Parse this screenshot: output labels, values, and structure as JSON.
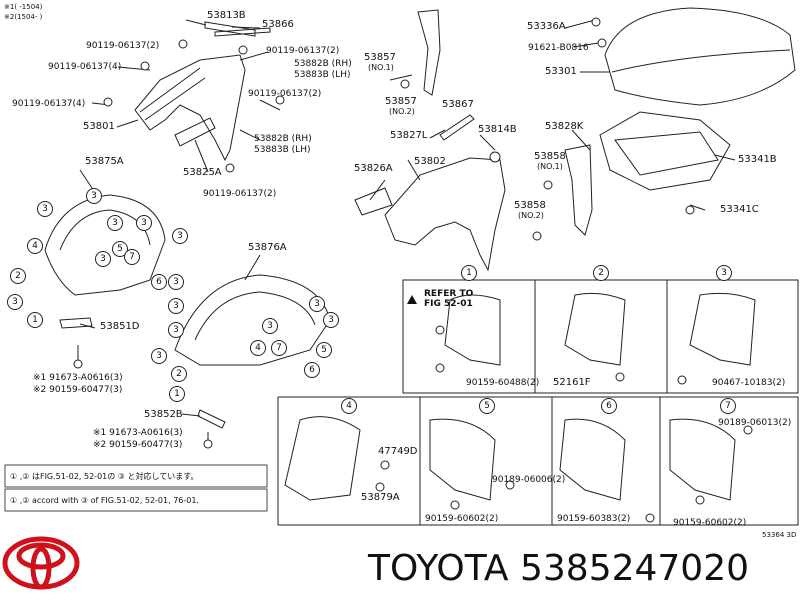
{
  "header_notes": {
    "note1": "※1(      -1504)",
    "note2": "※2(1504-      )"
  },
  "parts_top": {
    "p53813B": "53813B",
    "p53866": "53866",
    "p90119_a": "90119-06137(2)",
    "p90119_b": "90119-06137(2)",
    "p90119_c": "90119-06137(4)",
    "p90119_d": "90119-06137(4)",
    "p90119_e": "90119-06137(2)",
    "p90119_f": "90119-06137(2)",
    "p53882B": "53882B (RH)",
    "p53883B_lh": "53883B (LH)",
    "p53801": "53801",
    "p53882B2": "53882B (RH)",
    "p53883B2": "53883B (LH)",
    "p53825A": "53825A",
    "p53857a": "53857",
    "no1": "(NO.1)",
    "p53857b": "53857",
    "no2": "(NO.2)",
    "p53867": "53867",
    "p53827L": "53827L",
    "p53814B": "53814B",
    "p53826A": "53826A",
    "p53802": "53802",
    "p53336A": "53336A",
    "p91621": "91621-B0816",
    "p53301": "53301",
    "p53828K": "53828K",
    "p53858a": "53858",
    "no1b": "(NO.1)",
    "p53341B": "53341B",
    "p53858b": "53858",
    "no2b": "(NO.2)",
    "p53341C": "53341C"
  },
  "parts_left": {
    "p53875A": "53875A",
    "p53876A": "53876A",
    "p53851D": "53851D",
    "p53852B": "53852B",
    "n1_a": "※1 91673-A0616(3)",
    "n2_a": "※2 90159-60477(3)",
    "n1_b": "※1 91673-A0616(3)",
    "n2_b": "※2 90159-60477(3)"
  },
  "boxes": {
    "b1": {
      "num": "1",
      "refer": "REFER TO",
      "fig": "FIG 52-01",
      "part": "90159-60488(2)"
    },
    "b2": {
      "num": "2",
      "part": "52161F"
    },
    "b3": {
      "num": "3",
      "part": "90467-10183(2)"
    },
    "b4": {
      "num": "4",
      "part1": "47749D",
      "part2": "53879A"
    },
    "b5": {
      "num": "5",
      "part1": "90189-06006(2)",
      "part2": "90159-60602(2)"
    },
    "b6": {
      "num": "6",
      "part": "90159-60383(2)"
    },
    "b7": {
      "num": "7",
      "part1": "90189-06013(2)",
      "part2": "90159-60602(2)"
    }
  },
  "legend": {
    "row1": "① ,② はFIG.51-02, 52-01の ③ と対応しています。",
    "row2": "① ,② accord with ③ of FIG.51-02, 52-01, 76-01."
  },
  "callout_numbers": [
    "1",
    "2",
    "3",
    "4",
    "5",
    "6",
    "7"
  ],
  "figure_code": "53364 3D",
  "brand": {
    "text": "TOYOTA 5385247020",
    "logo": "toyota-logo",
    "logo_color": "#d0101a"
  }
}
